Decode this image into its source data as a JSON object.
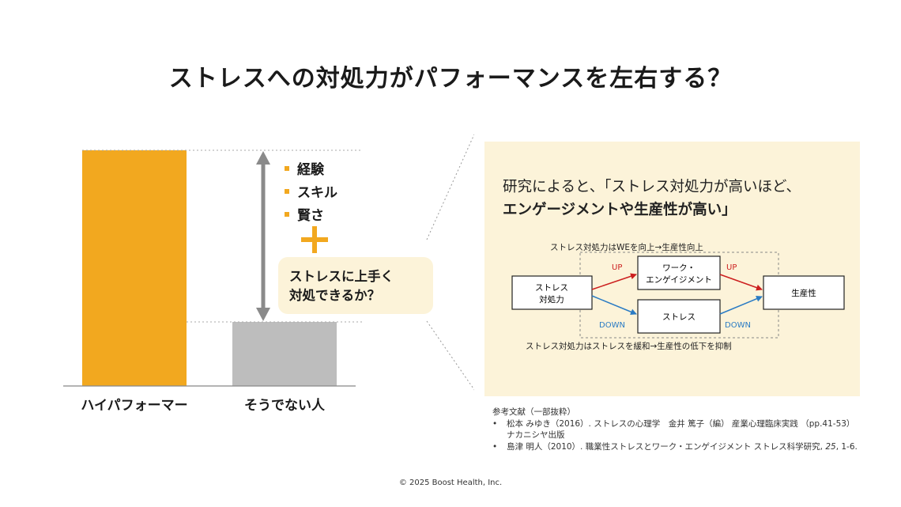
{
  "title": "ストレスへの対処力がパフォーマンスを左右する？",
  "bars": {
    "high_performer_label": "ハイパフォーマー",
    "others_label": "そうでない人",
    "color_high": "#f2a81f",
    "color_other": "#bdbdbd"
  },
  "factors": [
    "経験",
    "スキル",
    "賢さ"
  ],
  "plus_icon": "plus-icon",
  "question": {
    "line1": "ストレスに上手く",
    "line2": "対処できるか？"
  },
  "finding": {
    "line1": "研究によると、「ストレス対処力が高いほど、",
    "line2": "エンゲージメントや生産性が高い」"
  },
  "diagram": {
    "top_caption": "ストレス対処力はWEを向上→生産性向上",
    "bottom_caption": "ストレス対処力はストレスを緩和→生産性の低下を抑制",
    "node_coping_line1": "ストレス",
    "node_coping_line2": "対処力",
    "node_engagement_line1": "ワーク・",
    "node_engagement_line2": "エンゲイジメント",
    "node_stress": "ストレス",
    "node_productivity": "生産性",
    "up_label": "UP",
    "down_label": "DOWN",
    "up_color": "#cc1f1f",
    "down_color": "#2a7bc4"
  },
  "references": {
    "heading": "参考文献（一部抜粋）",
    "items": [
      {
        "line1": "松本 みゆき（2016）. ストレスの心理学　金井 篤子（編） 産業心理臨床実践 （pp.41-53）",
        "line2": "ナカニシヤ出版"
      },
      {
        "line1a": "島津 明人（2010）. 職業性ストレスとワーク・エンゲイジメント ストレス科学研究, ",
        "line1_italic": "25",
        "line1b": ", 1-6."
      }
    ]
  },
  "footer": "© 2025 Boost Health, Inc."
}
